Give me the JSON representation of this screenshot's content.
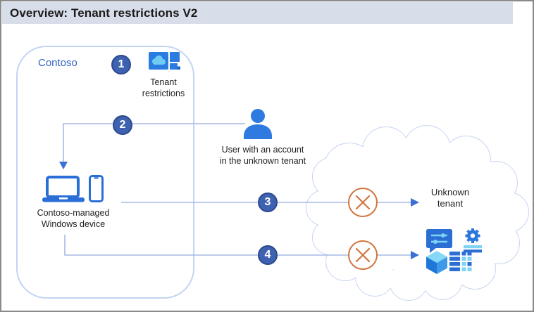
{
  "window": {
    "title": "Overview: Tenant restrictions V2"
  },
  "contoso": {
    "label": "Contoso"
  },
  "steps": [
    {
      "label": "1"
    },
    {
      "label": "2"
    },
    {
      "label": "3"
    },
    {
      "label": "4"
    }
  ],
  "labels": {
    "tenant_restrictions": {
      "line1": "Tenant",
      "line2": "restrictions"
    },
    "user": {
      "line1": "User with an account",
      "line2": "in the unknown tenant"
    },
    "device": {
      "line1": "Contoso-managed",
      "line2": "Windows device"
    },
    "unknown_tenant": {
      "line1": "Unknown",
      "line2": "tenant"
    }
  },
  "icons": {
    "tenant_restrictions": "cloud-tiles-icon",
    "user": "person-icon",
    "device": [
      "laptop-icon",
      "smartphone-icon"
    ],
    "blocked": "crossed-circle-icon",
    "unknown_tenant_services": [
      "chat-settings-icon",
      "gear-icon",
      "cube-icon",
      "table-icon"
    ],
    "boundaries": [
      "contoso-rounded-box",
      "cloud-outline"
    ]
  },
  "colors": {
    "titlebar_bg": "#d8dee9",
    "title_text": "#1b1b1b",
    "label_text": "#1f1f1f",
    "contoso_label": "#3465c4",
    "connector_line": "#a6bae4",
    "arrowhead": "#3b6fd3",
    "badge_fill": "#3f62b0",
    "badge_border": "#2b4a8d",
    "badge_text": "#ffffff",
    "blocked_orange": "#cf753f",
    "box_border": "#c3d4f3",
    "cloud_border": "#c8d6f2",
    "icon_blue": "#2a7ce1",
    "icon_light_blue": "#7fd4f4",
    "frame_border": "#8a8a8a"
  }
}
